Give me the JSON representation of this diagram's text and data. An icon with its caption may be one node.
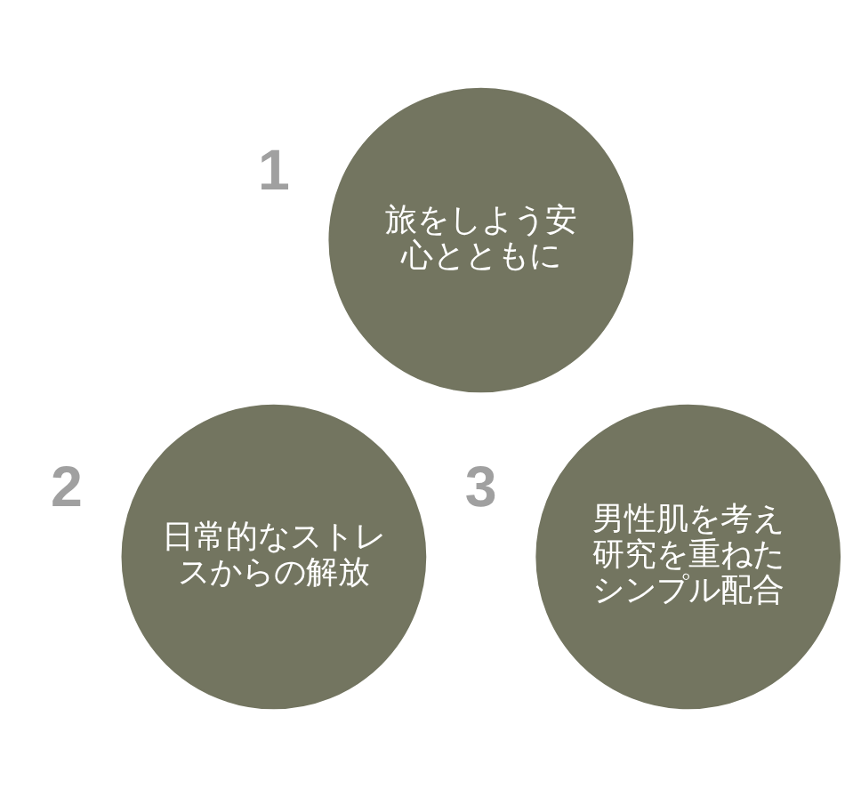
{
  "diagram": {
    "nodes": [
      {
        "text": [
          "旅をしよう安心とともに"
        ],
        "beside": [
          "1"
        ]
      },
      {
        "text": [
          "日常的なストレスからの解放"
        ],
        "beside": [
          "2"
        ]
      },
      {
        "text": [
          "男性肌を考え研究を重ねたシンプル配合"
        ],
        "beside": [
          "3"
        ]
      }
    ]
  }
}
